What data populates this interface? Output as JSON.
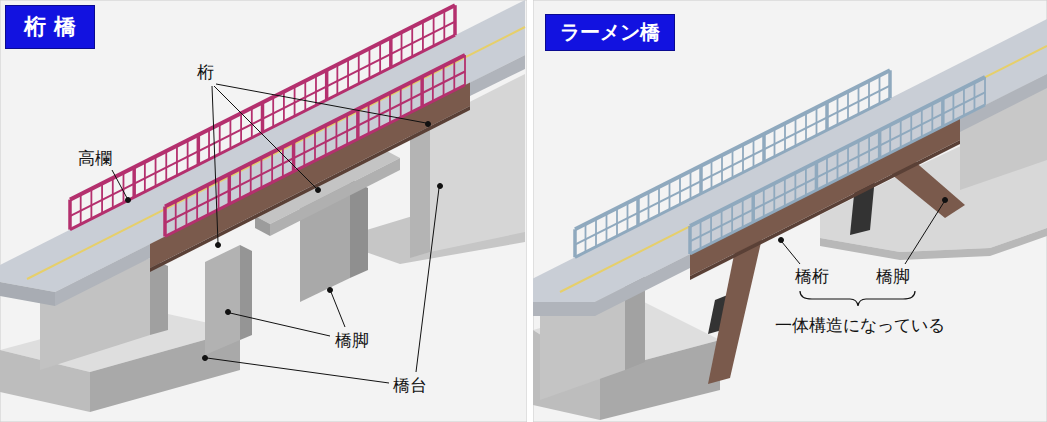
{
  "diagram": {
    "nodes": [
      {
        "text": [
          "桁 橋"
        ]
      },
      {
        "text": [
          "ラーメン橋"
        ]
      }
    ],
    "edges": [],
    "labels": [
      "桁",
      "高欄",
      "橋脚",
      "橋台",
      "橋桁",
      "橋脚",
      "一体構造になっている"
    ]
  }
}
